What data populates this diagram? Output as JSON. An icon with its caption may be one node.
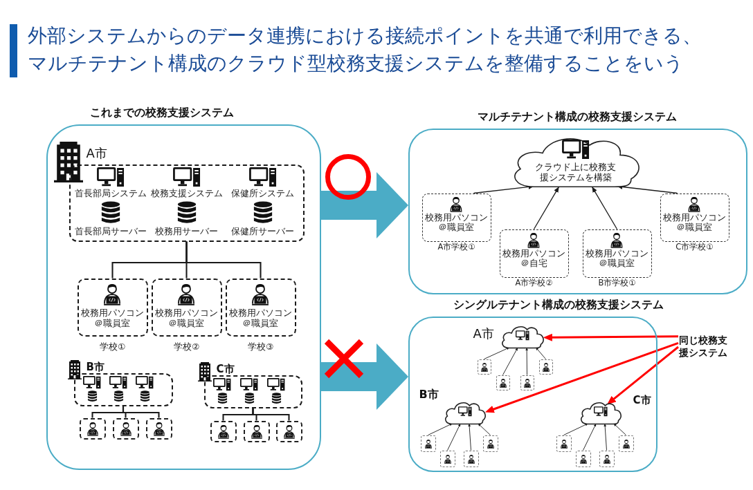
{
  "diagram": {
    "title": "外部システムからのデータ連携における接続ポイントを共通で利用できる、マルチテナント構成のクラウド型校務支援システムを整備することをいう",
    "nodes": [
      {
        "text": [
          "これまでの校務支援システム"
        ]
      },
      {
        "text": [
          "A市"
        ],
        "in": 0
      },
      {
        "text": [
          "首長部局システム"
        ],
        "in": 1
      },
      {
        "text": [
          "校務支援システム"
        ],
        "in": 1
      },
      {
        "text": [
          "保健所システム"
        ],
        "in": 1
      },
      {
        "text": [
          "首長部局サーバー"
        ],
        "in": 1
      },
      {
        "text": [
          "校務用サーバー"
        ],
        "in": 1
      },
      {
        "text": [
          "保健所サーバー"
        ],
        "in": 1
      },
      {
        "text": [
          "校務用パソコン＠職員室"
        ],
        "beside": [
          "学校①"
        ],
        "in": 0
      },
      {
        "text": [
          "校務用パソコン＠職員室"
        ],
        "beside": [
          "学校②"
        ],
        "in": 0
      },
      {
        "text": [
          "校務用パソコン＠職員室"
        ],
        "beside": [
          "学校③"
        ],
        "in": 0
      },
      {
        "text": [
          "B市"
        ],
        "in": 0
      },
      {
        "text": [],
        "shape": "box",
        "in": 0
      },
      {
        "text": [],
        "shape": "box",
        "in": 0
      },
      {
        "text": [],
        "shape": "box",
        "in": 0
      },
      {
        "text": [
          "C市"
        ],
        "in": 0
      },
      {
        "text": [],
        "shape": "box",
        "in": 0
      },
      {
        "text": [],
        "shape": "box",
        "in": 0
      },
      {
        "text": [],
        "shape": "box",
        "in": 0
      },
      {
        "text": [
          "マルチテナント構成の校務支援システム"
        ]
      },
      {
        "text": [
          "クラウド上に校務支援システムを構築"
        ],
        "in": 19
      },
      {
        "text": [
          "校務用パソコン＠職員室"
        ],
        "beside": [
          "A市学校①"
        ],
        "in": 19
      },
      {
        "text": [
          "校務用パソコン＠自宅"
        ],
        "beside": [
          "A市学校②"
        ],
        "in": 19
      },
      {
        "text": [
          "校務用パソコン＠職員室"
        ],
        "beside": [
          "B市学校①"
        ],
        "in": 19
      },
      {
        "text": [
          "校務用パソコン＠職員室"
        ],
        "beside": [
          "C市学校①"
        ],
        "in": 19
      },
      {
        "text": [
          "シングルテナント構成の校務支援システム"
        ]
      },
      {
        "text": [],
        "shape": "cloud",
        "beside": [
          "A市"
        ],
        "in": 25
      },
      {
        "text": [],
        "shape": "box",
        "in": 25
      },
      {
        "text": [],
        "shape": "box",
        "in": 25
      },
      {
        "text": [],
        "shape": "box",
        "in": 25
      },
      {
        "text": [],
        "shape": "box",
        "in": 25
      },
      {
        "text": [],
        "shape": "cloud",
        "beside": [
          "B市"
        ],
        "in": 25
      },
      {
        "text": [],
        "shape": "box",
        "in": 25
      },
      {
        "text": [],
        "shape": "box",
        "in": 25
      },
      {
        "text": [],
        "shape": "box",
        "in": 25
      },
      {
        "text": [],
        "shape": "box",
        "in": 25
      },
      {
        "text": [],
        "shape": "cloud",
        "beside": [
          "C市"
        ],
        "in": 25
      },
      {
        "text": [],
        "shape": "box",
        "in": 25
      },
      {
        "text": [],
        "shape": "box",
        "in": 25
      },
      {
        "text": [],
        "shape": "box",
        "in": 25
      },
      {
        "text": [],
        "shape": "box",
        "in": 25
      },
      {
        "text": [
          "同じ校務支援システム"
        ]
      }
    ],
    "edges": [
      {
        "from": 1,
        "to": 8,
        "arrow": "none"
      },
      {
        "from": 1,
        "to": 9,
        "arrow": "none"
      },
      {
        "from": 1,
        "to": 10,
        "arrow": "none"
      },
      {
        "from": 11,
        "to": 12,
        "arrow": "none"
      },
      {
        "from": 11,
        "to": 13,
        "arrow": "none"
      },
      {
        "from": 11,
        "to": 14,
        "arrow": "none"
      },
      {
        "from": 15,
        "to": 16,
        "arrow": "none"
      },
      {
        "from": 15,
        "to": 17,
        "arrow": "none"
      },
      {
        "from": 15,
        "to": 18,
        "arrow": "none"
      },
      {
        "from": 0,
        "to": 19,
        "arrow": "to",
        "style": "thick",
        "color": "#4bacc6"
      },
      {
        "from": 0,
        "to": 25,
        "arrow": "to",
        "style": "thick",
        "color": "#4bacc6"
      },
      {
        "from": 21,
        "to": 20,
        "arrow": "to"
      },
      {
        "from": 22,
        "to": 20,
        "arrow": "to"
      },
      {
        "from": 23,
        "to": 20,
        "arrow": "to"
      },
      {
        "from": 24,
        "to": 20,
        "arrow": "to"
      },
      {
        "from": 27,
        "to": 26,
        "arrow": "to"
      },
      {
        "from": 28,
        "to": 26,
        "arrow": "to"
      },
      {
        "from": 29,
        "to": 26,
        "arrow": "to"
      },
      {
        "from": 30,
        "to": 26,
        "arrow": "to"
      },
      {
        "from": 32,
        "to": 31,
        "arrow": "to"
      },
      {
        "from": 33,
        "to": 31,
        "arrow": "to"
      },
      {
        "from": 34,
        "to": 31,
        "arrow": "to"
      },
      {
        "from": 35,
        "to": 31,
        "arrow": "to"
      },
      {
        "from": 37,
        "to": 36,
        "arrow": "to"
      },
      {
        "from": 38,
        "to": 36,
        "arrow": "to"
      },
      {
        "from": 39,
        "to": 36,
        "arrow": "to"
      },
      {
        "from": 40,
        "to": 36,
        "arrow": "to"
      },
      {
        "from": 41,
        "to": 26,
        "arrow": "to",
        "style": "thick",
        "color": "#ff0000"
      },
      {
        "from": 41,
        "to": 31,
        "arrow": "to",
        "style": "thick",
        "color": "#ff0000"
      },
      {
        "from": 41,
        "to": 36,
        "arrow": "to",
        "style": "thick",
        "color": "#ff0000"
      }
    ]
  }
}
